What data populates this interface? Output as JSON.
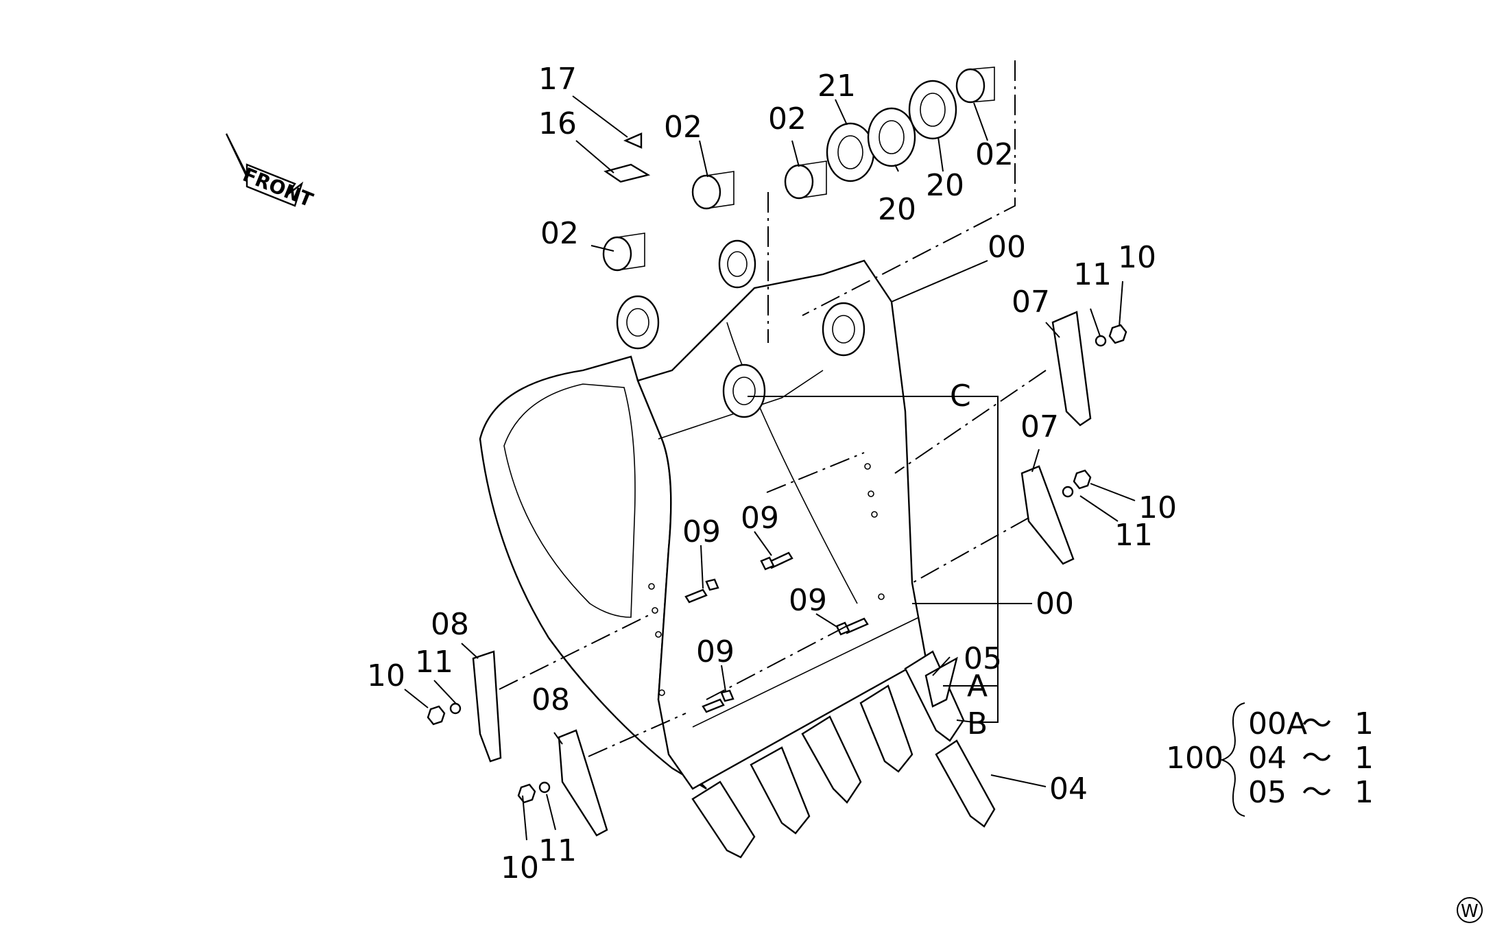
{
  "diagram": {
    "front_label": "FRONT",
    "labels": {
      "l17": "17",
      "l16": "16",
      "l02_a": "02",
      "l02_b": "02",
      "l02_c": "02",
      "l02_d": "02",
      "l21": "21",
      "l20_a": "20",
      "l20_b": "20",
      "l00_top": "00",
      "l00_mid": "00",
      "l07_a": "07",
      "l07_b": "07",
      "l11_a": "11",
      "l11_b": "11",
      "l11_c": "11",
      "l11_d": "11",
      "l10_a": "10",
      "l10_b": "10",
      "l10_c": "10",
      "l10_d": "10",
      "lC": "C",
      "lA": "A",
      "lB": "B",
      "l09_a": "09",
      "l09_b": "09",
      "l09_c": "09",
      "l09_d": "09",
      "l08_a": "08",
      "l08_b": "08",
      "l05": "05",
      "l04": "04"
    },
    "kit": {
      "number": "100",
      "rows": [
        {
          "part": "00A",
          "sep": "～",
          "qty": "1"
        },
        {
          "part": "04",
          "sep": "～",
          "qty": "1"
        },
        {
          "part": "05",
          "sep": "～",
          "qty": "1"
        }
      ]
    },
    "corner_mark": "W"
  }
}
